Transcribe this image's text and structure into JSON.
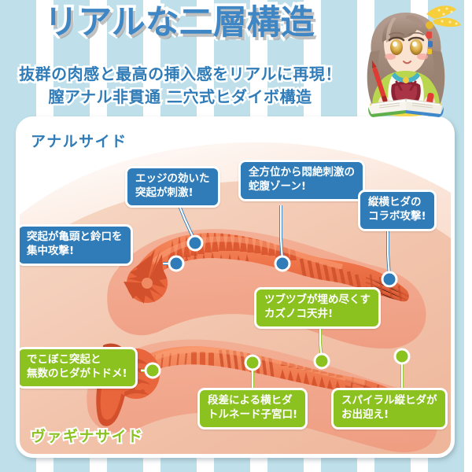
{
  "header": {
    "title": "リアルな二層構造",
    "subtitle_line1": "抜群の肉感と最高の挿入感をリアルに再現！",
    "subtitle_line2": "膣アナル非貫通 二穴式ヒダイボ構造",
    "character_icon": "anime-girl-reading-book-icon"
  },
  "card": {
    "anal_side_label": "アナルサイド",
    "vagina_side_label": "ヴァギナサイド"
  },
  "callouts": [
    {
      "id": "edge-bump",
      "side": "anal",
      "color": "#2f7cb8",
      "line1": "エッジの効いた",
      "line2": "突起が刺激!"
    },
    {
      "id": "all-direction",
      "side": "anal",
      "color": "#2f7cb8",
      "line1": "全方位から悶絶刺激の",
      "line2": "蛇腹ゾーン!"
    },
    {
      "id": "vertical-horizontal",
      "side": "anal",
      "color": "#2f7cb8",
      "line1": "縦横ヒダの",
      "line2": "コラボ攻撃!"
    },
    {
      "id": "glans-attack",
      "side": "anal",
      "color": "#2f7cb8",
      "line1": "突起が亀頭と鈴口を",
      "line2": "集中攻撃!"
    },
    {
      "id": "kazunoko-ceiling",
      "side": "vagina",
      "color": "#8cc220",
      "line1": "ツブツブが埋め尽くす",
      "line2": "カズノコ天井!"
    },
    {
      "id": "bumpy-folds",
      "side": "vagina",
      "color": "#8cc220",
      "line1": "でこぼこ突起と",
      "line2": "無数のヒダがトドメ!"
    },
    {
      "id": "tornado-cervix",
      "side": "vagina",
      "color": "#8cc220",
      "line1": "段差による横ヒダ",
      "line2": "トルネード子宮口!"
    },
    {
      "id": "spiral-folds",
      "side": "vagina",
      "color": "#8cc220",
      "line1": "スパイラル縦ヒダが",
      "line2": "お出迎え!"
    }
  ],
  "colors": {
    "background_stripe": "#bfe0ea",
    "background_stripe_alt": "#ffffff",
    "title_blue": "#3f87c4",
    "callout_blue": "#2f7cb8",
    "callout_green": "#8cc220",
    "skin_light": "#f5d2bf",
    "skin_mid": "#f0b39a",
    "interior_orange": "#f07a50",
    "interior_deep": "#e2613c"
  }
}
